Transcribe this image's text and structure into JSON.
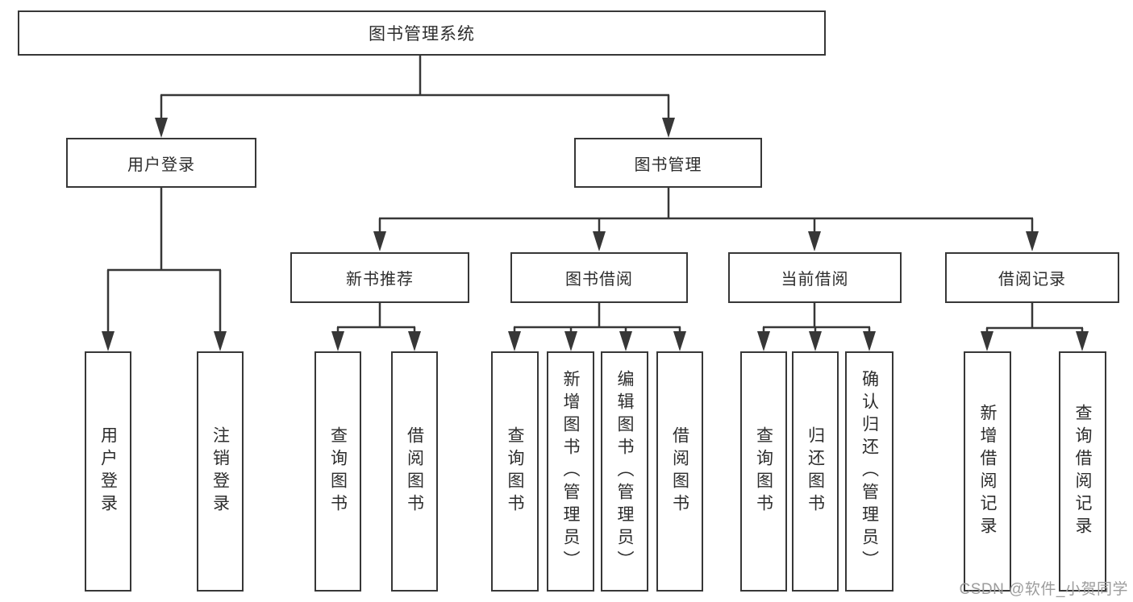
{
  "colors": {
    "line": "#373737",
    "box_border": "#373737",
    "text": "#2d2d2d",
    "background": "#ffffff",
    "watermark": "#9c9c9c"
  },
  "diagram": {
    "root": "图书管理系统",
    "level1": {
      "user_login": "用户登录",
      "book_mgmt": "图书管理"
    },
    "level2": {
      "new_book_rec": "新书推荐",
      "book_borrow": "图书借阅",
      "current_borrow": "当前借阅",
      "borrow_records": "借阅记录"
    },
    "leaves": {
      "user_login": "用户登录",
      "logout": "注销登录",
      "nb_query_books": "查询图书",
      "nb_borrow_books": "借阅图书",
      "bb_query_books": "查询图书",
      "bb_add_books": "新增图书（管理员）",
      "bb_edit_books": "编辑图书（管理员）",
      "bb_borrow_books": "借阅图书",
      "cb_query_books": "查询图书",
      "cb_return_books": "归还图书",
      "cb_confirm_return": "确认归还（管理员）",
      "br_add_record": "新增借阅记录",
      "br_query_record": "查询借阅记录"
    }
  },
  "watermark": "CSDN @软件_小贺同学"
}
